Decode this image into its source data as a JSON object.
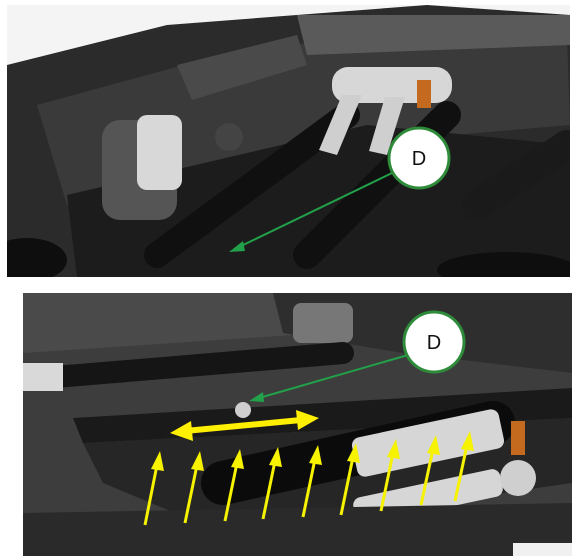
{
  "figure": {
    "top_panel": {
      "callout_label": "D",
      "callout_border_color": "#2e8b3a",
      "arrow_color": "#22a04a"
    },
    "bottom_panel": {
      "callout_label": "D",
      "callout_border_color": "#2e8b3a",
      "arrow_color": "#22a04a",
      "double_arrow_color": "#ffef00",
      "lift_arrow_color": "#f6f200",
      "lift_arrow_count": 9
    }
  }
}
